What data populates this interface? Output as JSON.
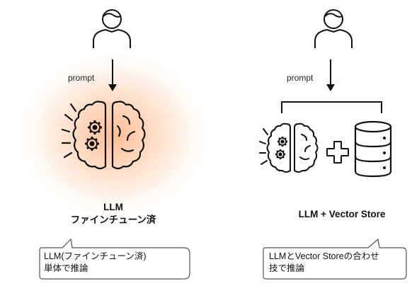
{
  "left_panel": {
    "prompt_label": "prompt",
    "caption_line1": "LLM",
    "caption_line2": "ファインチューン済",
    "callout_line1": "LLM(ファインチューン済)",
    "callout_line2": "単体で推論"
  },
  "right_panel": {
    "prompt_label": "prompt",
    "caption": "LLM + Vector Store",
    "callout_line1": "LLMとVector Storeの合わせ",
    "callout_line2": "技で推論"
  },
  "colors": {
    "line": "#111111",
    "glow": "#ffc7a3",
    "callout_border": "#555555"
  }
}
